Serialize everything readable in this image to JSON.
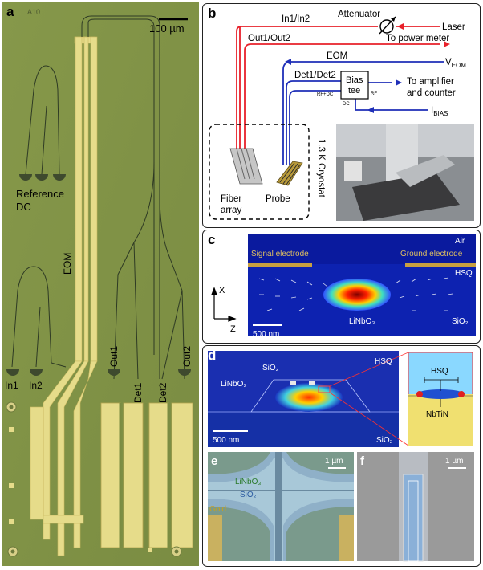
{
  "panel_a": {
    "letter": "a",
    "chip_id": "A10",
    "scale_bar": "100 µm",
    "labels": {
      "reference": "Reference",
      "dc": "DC",
      "eom": "EOM",
      "in1": "In1",
      "in2": "In2",
      "out1": "Out1",
      "out2": "Out2",
      "det1": "Det1",
      "det2": "Det2"
    }
  },
  "panel_b": {
    "letter": "b",
    "labels": {
      "in1_in2": "In1/In2",
      "attenuator": "Attenuator",
      "laser": "Laser",
      "out1_out2": "Out1/Out2",
      "to_power_meter": "To power meter",
      "eom": "EOM",
      "v_eom_main": "V",
      "v_eom_sub": "EOM",
      "det1_det2": "Det1/Det2",
      "bias": "Bias",
      "tee": "tee",
      "rf_dc": "RF+DC",
      "rf": "RF",
      "dc": "DC",
      "to_amplifier": "To amplifier",
      "and_counter": "and counter",
      "i_bias_main": "I",
      "i_bias_sub": "BIAS",
      "cryostat": "1.3 K Cryostat",
      "fiber": "Fiber",
      "array": "array",
      "probe": "Probe"
    },
    "colors": {
      "optical": "#e8202a",
      "electrical": "#1f2fb8"
    }
  },
  "panel_c": {
    "letter": "c",
    "labels": {
      "air": "Air",
      "signal_electrode": "Signal electrode",
      "ground_electrode": "Ground electrode",
      "hsq": "HSQ",
      "linbo3": "LiNbO₃",
      "sio2": "SiO₂",
      "axis_x": "X",
      "axis_z": "Z",
      "scale_bar": "500 nm"
    }
  },
  "panel_d": {
    "letter": "d",
    "labels": {
      "sio2_top": "SiO₂",
      "hsq": "HSQ",
      "linbo3": "LiNbO₃",
      "scale_bar": "500 nm",
      "sio2_bottom": "SiO₂",
      "inset_hsq": "HSQ",
      "inset_nbtin": "NbTiN"
    }
  },
  "panel_e": {
    "letter": "e",
    "labels": {
      "linbo3": "LiNbO₃",
      "sio2": "SiO₂",
      "gold": "Gold",
      "scale_bar": "1 µm"
    }
  },
  "panel_f": {
    "letter": "f",
    "labels": {
      "scale_bar": "1 µm"
    }
  }
}
